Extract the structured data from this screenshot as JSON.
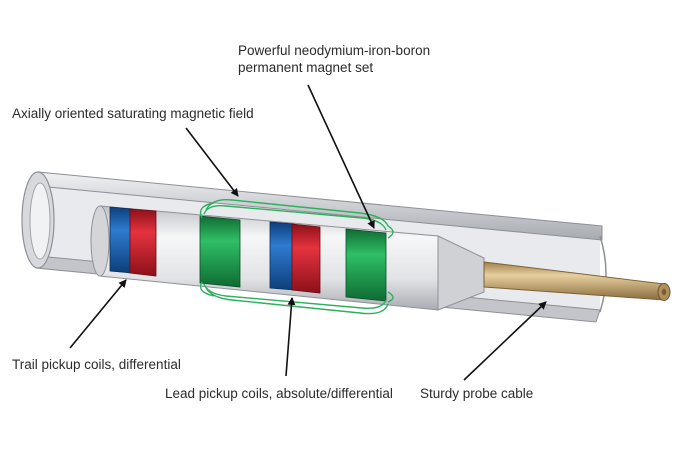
{
  "labels": {
    "magnet_line1": "Powerful neodymium-iron-boron",
    "magnet_line2": "permanent magnet set",
    "field": "Axially oriented saturating magnetic field",
    "trail_coils": "Trail pickup coils, differential",
    "lead_coils": "Lead pickup coils, absolute/differential",
    "cable": "Sturdy probe cable"
  },
  "colors": {
    "tube": "#c9cbd0",
    "tube_inner": "#e8e9ec",
    "probe_body": "#e4e5e8",
    "coil_blue": "#1a5ea8",
    "coil_red": "#d31f2e",
    "magnet_green": "#1f9b4f",
    "cable": "#c9ab78",
    "arrow": "#111111"
  }
}
